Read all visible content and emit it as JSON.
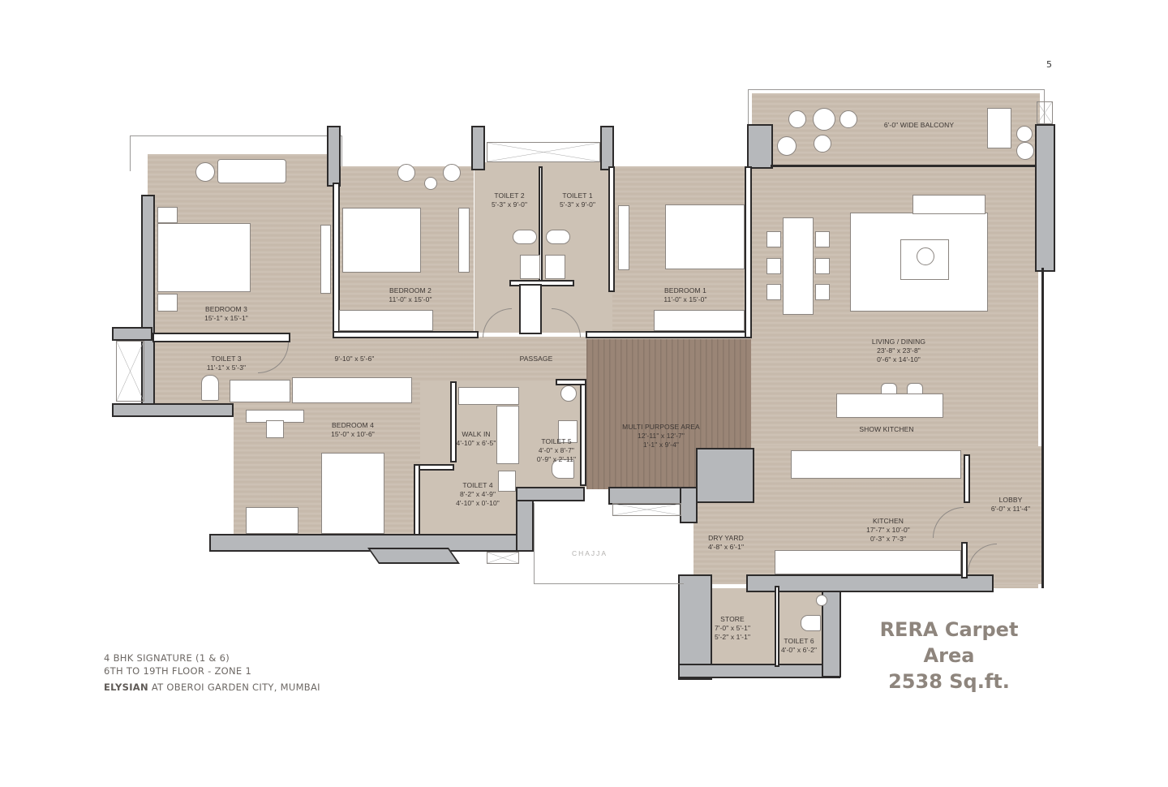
{
  "page_number": "5",
  "rooms": {
    "balcony": {
      "name": "6'-0\" WIDE BALCONY"
    },
    "bedroom3": {
      "name": "BEDROOM 3",
      "dim1": "15'-1\" x 15'-1\""
    },
    "bedroom2": {
      "name": "BEDROOM 2",
      "dim1": "11'-0\" x 15'-0\""
    },
    "toilet2": {
      "name": "TOILET 2",
      "dim1": "5'-3\" x 9'-0\""
    },
    "toilet1": {
      "name": "TOILET 1",
      "dim1": "5'-3\" x 9'-0\""
    },
    "bedroom1": {
      "name": "BEDROOM 1",
      "dim1": "11'-0\" x 15'-0\""
    },
    "living": {
      "name": "LIVING / DINING",
      "dim1": "23'-8\" x 23'-8\"",
      "dim2": "0'-6\" x 14'-10\""
    },
    "toilet3": {
      "name": "TOILET 3",
      "dim1": "11'-1\" x 5'-3\""
    },
    "vestibule": {
      "dim1": "9'-10\" x 5'-6\""
    },
    "passage": {
      "name": "PASSAGE"
    },
    "show_kitchen": {
      "name": "SHOW KITCHEN"
    },
    "bedroom4": {
      "name": "BEDROOM 4",
      "dim1": "15'-0\" x 10'-6\""
    },
    "walkin": {
      "name": "WALK IN",
      "dim1": "4'-10\" x 6'-5\""
    },
    "toilet5": {
      "name": "TOILET 5",
      "dim1": "4'-0\" x 8'-7\"",
      "dim2": "0'-9\" x 2'-11\""
    },
    "multipurpose": {
      "name": "MULTI PURPOSE AREA",
      "dim1": "12'-11\" x 12'-7\"",
      "dim2": "1'-1\" x 9'-4\""
    },
    "toilet4": {
      "name": "TOILET 4",
      "dim1": "8'-2\" x 4'-9\"",
      "dim2": "4'-10\" x 0'-10\""
    },
    "lobby": {
      "name": "LOBBY",
      "dim1": "6'-0\" x 11'-4\""
    },
    "kitchen": {
      "name": "KITCHEN",
      "dim1": "17'-7\" x 10'-0\"",
      "dim2": "0'-3\" x 7'-3\""
    },
    "dryyard": {
      "name": "DRY YARD",
      "dim1": "4'-8\" x 6'-1\""
    },
    "chajja": {
      "name": "CHAJJA"
    },
    "store": {
      "name": "STORE",
      "dim1": "7'-0\" x 5'-1\"",
      "dim2": "5'-2\" x 1'-1\""
    },
    "toilet6": {
      "name": "TOILET 6",
      "dim1": "4'-0\" x 6'-2\""
    }
  },
  "rera": {
    "line1": "RERA Carpet Area",
    "line2": "2538 Sq.ft."
  },
  "footer": {
    "line1": "4 BHK SIGNATURE (1 & 6)",
    "line2": "6TH TO 19TH FLOOR - ZONE 1",
    "project_bold": "ELYSIAN",
    "project_rest": " AT OBEROI GARDEN CITY, MUMBAI"
  }
}
